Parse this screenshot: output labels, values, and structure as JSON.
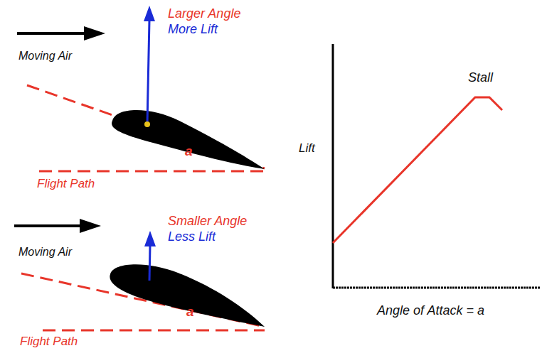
{
  "diagram": {
    "labels": [
      "Larger Angle",
      "More Lift",
      "Moving Air",
      "a",
      "Flight Path",
      "Smaller Angle",
      "Less Lift",
      "Moving Air",
      "a",
      "Flight Path",
      "Lift",
      "Stall",
      "Angle of Attack = a"
    ]
  }
}
